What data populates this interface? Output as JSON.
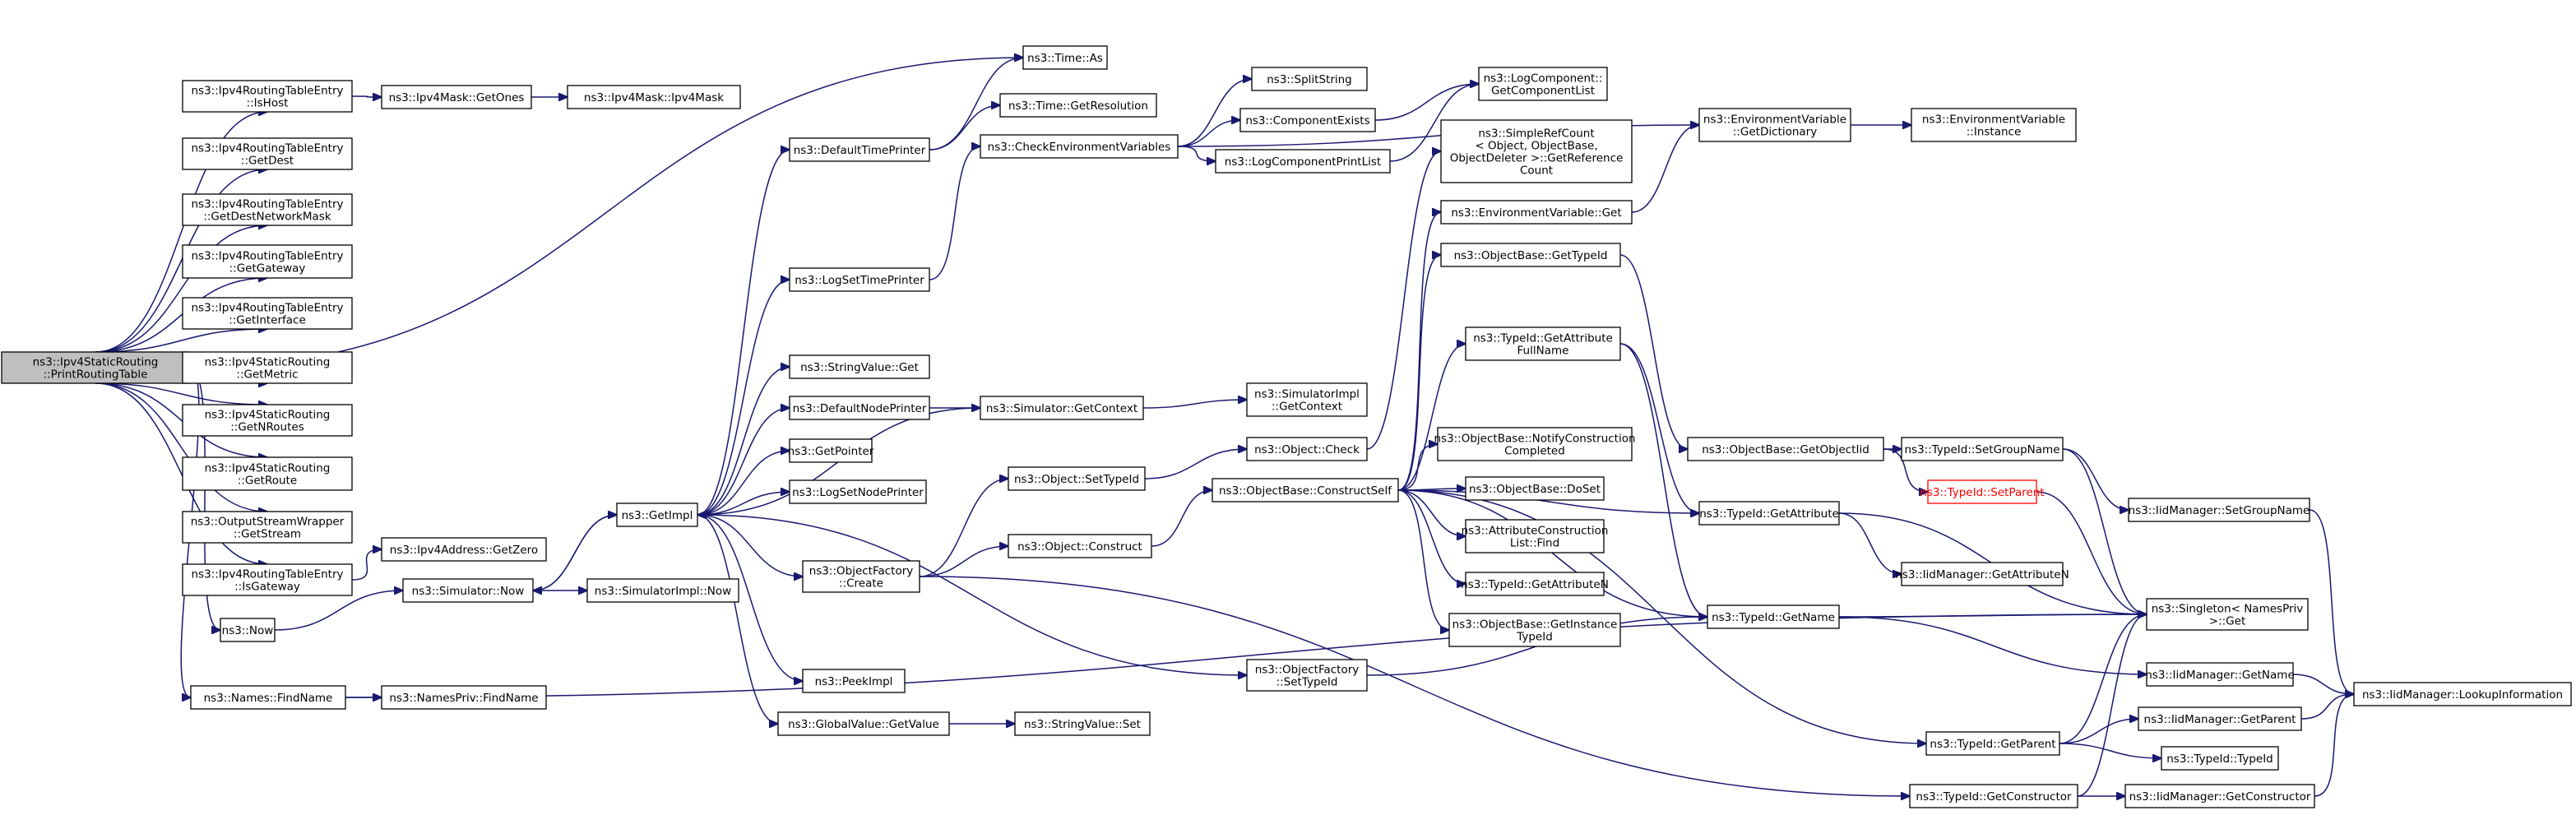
{
  "graph": {
    "title": "",
    "colors": {
      "edge": "#191970",
      "root_fill": "#bfbfbf",
      "box_border": "#000000",
      "highlight_border": "#ff0000"
    },
    "nodes": [
      {
        "id": "root",
        "lines": [
          "ns3::Ipv4StaticRouting",
          "::PrintRoutingTable"
        ],
        "root": true
      },
      {
        "id": "isHost",
        "lines": [
          "ns3::Ipv4RoutingTableEntry",
          "::IsHost"
        ]
      },
      {
        "id": "getDest",
        "lines": [
          "ns3::Ipv4RoutingTableEntry",
          "::GetDest"
        ]
      },
      {
        "id": "getDestNetMask",
        "lines": [
          "ns3::Ipv4RoutingTableEntry",
          "::GetDestNetworkMask"
        ]
      },
      {
        "id": "getGateway",
        "lines": [
          "ns3::Ipv4RoutingTableEntry",
          "::GetGateway"
        ]
      },
      {
        "id": "getInterface",
        "lines": [
          "ns3::Ipv4RoutingTableEntry",
          "::GetInterface"
        ]
      },
      {
        "id": "getMetric",
        "lines": [
          "ns3::Ipv4StaticRouting",
          "::GetMetric"
        ]
      },
      {
        "id": "getNRoutes",
        "lines": [
          "ns3::Ipv4StaticRouting",
          "::GetNRoutes"
        ]
      },
      {
        "id": "getRoute",
        "lines": [
          "ns3::Ipv4StaticRouting",
          "::GetRoute"
        ]
      },
      {
        "id": "getStream",
        "lines": [
          "ns3::OutputStreamWrapper",
          "::GetStream"
        ]
      },
      {
        "id": "isGateway",
        "lines": [
          "ns3::Ipv4RoutingTableEntry",
          "::IsGateway"
        ]
      },
      {
        "id": "now",
        "lines": [
          "ns3::Now"
        ]
      },
      {
        "id": "namesFind",
        "lines": [
          "ns3::Names::FindName"
        ]
      },
      {
        "id": "maskGetOnes",
        "lines": [
          "ns3::Ipv4Mask::GetOnes"
        ]
      },
      {
        "id": "maskCtor",
        "lines": [
          "ns3::Ipv4Mask::Ipv4Mask"
        ]
      },
      {
        "id": "addrGetZero",
        "lines": [
          "ns3::Ipv4Address::GetZero"
        ]
      },
      {
        "id": "simNow",
        "lines": [
          "ns3::Simulator::Now"
        ]
      },
      {
        "id": "simImplNow",
        "lines": [
          "ns3::SimulatorImpl::Now"
        ]
      },
      {
        "id": "namesPrivFind",
        "lines": [
          "ns3::NamesPriv::FindName"
        ]
      },
      {
        "id": "getImpl",
        "lines": [
          "ns3::GetImpl"
        ]
      },
      {
        "id": "timeAs",
        "lines": [
          "ns3::Time::As"
        ]
      },
      {
        "id": "timeRes",
        "lines": [
          "ns3::Time::GetResolution"
        ]
      },
      {
        "id": "defTimePrinter",
        "lines": [
          "ns3::DefaultTimePrinter"
        ]
      },
      {
        "id": "checkEnv",
        "lines": [
          "ns3::CheckEnvironmentVariables"
        ]
      },
      {
        "id": "logSetTime",
        "lines": [
          "ns3::LogSetTimePrinter"
        ]
      },
      {
        "id": "strValGet",
        "lines": [
          "ns3::StringValue::Get"
        ]
      },
      {
        "id": "defNodePrinter",
        "lines": [
          "ns3::DefaultNodePrinter"
        ]
      },
      {
        "id": "getPointer",
        "lines": [
          "ns3::GetPointer"
        ]
      },
      {
        "id": "logSetNode",
        "lines": [
          "ns3::LogSetNodePrinter"
        ]
      },
      {
        "id": "objFactCreate",
        "lines": [
          "ns3::ObjectFactory",
          "::Create"
        ]
      },
      {
        "id": "peekImpl",
        "lines": [
          "ns3::PeekImpl"
        ]
      },
      {
        "id": "gvGetValue",
        "lines": [
          "ns3::GlobalValue::GetValue"
        ]
      },
      {
        "id": "splitString",
        "lines": [
          "ns3::SplitString"
        ]
      },
      {
        "id": "compExists",
        "lines": [
          "ns3::ComponentExists"
        ]
      },
      {
        "id": "logCompPrint",
        "lines": [
          "ns3::LogComponentPrintList"
        ]
      },
      {
        "id": "simGetContext",
        "lines": [
          "ns3::Simulator::GetContext"
        ]
      },
      {
        "id": "objSetTypeId",
        "lines": [
          "ns3::Object::SetTypeId"
        ]
      },
      {
        "id": "objConstruct",
        "lines": [
          "ns3::Object::Construct"
        ]
      },
      {
        "id": "objFactSetTid",
        "lines": [
          "ns3::ObjectFactory",
          "::SetTypeId"
        ]
      },
      {
        "id": "strValSet",
        "lines": [
          "ns3::StringValue::Set"
        ]
      },
      {
        "id": "logCompList",
        "lines": [
          "ns3::LogComponent::",
          "GetComponentList"
        ]
      },
      {
        "id": "simImplCtx",
        "lines": [
          "ns3::SimulatorImpl",
          "::GetContext"
        ]
      },
      {
        "id": "objCheck",
        "lines": [
          "ns3::Object::Check"
        ]
      },
      {
        "id": "obConstructSelf",
        "lines": [
          "ns3::ObjectBase::ConstructSelf"
        ]
      },
      {
        "id": "simpleRef",
        "lines": [
          "ns3::SimpleRefCount",
          "< Object, ObjectBase,",
          "ObjectDeleter >::GetReference",
          "Count"
        ]
      },
      {
        "id": "envVarGet",
        "lines": [
          "ns3::EnvironmentVariable::Get"
        ]
      },
      {
        "id": "obGetTid",
        "lines": [
          "ns3::ObjectBase::GetTypeId"
        ]
      },
      {
        "id": "tidGetAttrFull",
        "lines": [
          "ns3::TypeId::GetAttribute",
          "FullName"
        ]
      },
      {
        "id": "obNotify",
        "lines": [
          "ns3::ObjectBase::NotifyConstruction",
          "Completed"
        ]
      },
      {
        "id": "obDoSet",
        "lines": [
          "ns3::ObjectBase::DoSet"
        ]
      },
      {
        "id": "attrFind",
        "lines": [
          "ns3::AttributeConstruction",
          "List::Find"
        ]
      },
      {
        "id": "tidGetAttrN",
        "lines": [
          "ns3::TypeId::GetAttributeN"
        ]
      },
      {
        "id": "obGetInstTid",
        "lines": [
          "ns3::ObjectBase::GetInstance",
          "TypeId"
        ]
      },
      {
        "id": "envGetDict",
        "lines": [
          "ns3::EnvironmentVariable",
          "::GetDictionary"
        ]
      },
      {
        "id": "envInstance",
        "lines": [
          "ns3::EnvironmentVariable",
          "::Instance"
        ]
      },
      {
        "id": "obGetObjectIid",
        "lines": [
          "ns3::ObjectBase::GetObjectIid"
        ]
      },
      {
        "id": "tidGetAttr",
        "lines": [
          "ns3::TypeId::GetAttribute"
        ]
      },
      {
        "id": "tidGetName",
        "lines": [
          "ns3::TypeId::GetName"
        ]
      },
      {
        "id": "tidGetParent",
        "lines": [
          "ns3::TypeId::GetParent"
        ]
      },
      {
        "id": "tidGetCtor",
        "lines": [
          "ns3::TypeId::GetConstructor"
        ]
      },
      {
        "id": "tidSetGroup",
        "lines": [
          "ns3::TypeId::SetGroupName"
        ]
      },
      {
        "id": "tidSetParent",
        "lines": [
          "ns3::TypeId::SetParent"
        ],
        "highlight": true
      },
      {
        "id": "iidGetAttrN",
        "lines": [
          "ns3::IidManager::GetAttributeN"
        ]
      },
      {
        "id": "singletonGet",
        "lines": [
          "ns3::Singleton< NamesPriv",
          ">::Get"
        ]
      },
      {
        "id": "iidGetName",
        "lines": [
          "ns3::IidManager::GetName"
        ]
      },
      {
        "id": "iidGetParent",
        "lines": [
          "ns3::IidManager::GetParent"
        ]
      },
      {
        "id": "tidTypeId",
        "lines": [
          "ns3::TypeId::TypeId"
        ]
      },
      {
        "id": "iidGetCtor",
        "lines": [
          "ns3::IidManager::GetConstructor"
        ]
      },
      {
        "id": "iidSetGroup",
        "lines": [
          "ns3::IidManager::SetGroupName"
        ]
      },
      {
        "id": "iidLookup",
        "lines": [
          "ns3::IidManager::LookupInformation"
        ]
      }
    ],
    "edges": [
      [
        "root",
        "timeAs"
      ],
      [
        "root",
        "isHost"
      ],
      [
        "root",
        "getDest"
      ],
      [
        "root",
        "getDestNetMask"
      ],
      [
        "root",
        "getGateway"
      ],
      [
        "root",
        "getInterface"
      ],
      [
        "root",
        "getMetric"
      ],
      [
        "root",
        "getNRoutes"
      ],
      [
        "root",
        "getRoute"
      ],
      [
        "root",
        "getStream"
      ],
      [
        "root",
        "isGateway"
      ],
      [
        "root",
        "now"
      ],
      [
        "root",
        "namesFind"
      ],
      [
        "isHost",
        "maskGetOnes"
      ],
      [
        "maskGetOnes",
        "maskCtor"
      ],
      [
        "isGateway",
        "addrGetZero"
      ],
      [
        "now",
        "simNow"
      ],
      [
        "namesFind",
        "namesPrivFind"
      ],
      [
        "namesFind",
        "singletonGet"
      ],
      [
        "simNow",
        "getImpl"
      ],
      [
        "simNow",
        "simImplNow"
      ],
      [
        "getImpl",
        "simNow"
      ],
      [
        "getImpl",
        "defTimePrinter"
      ],
      [
        "getImpl",
        "logSetTime"
      ],
      [
        "getImpl",
        "strValGet"
      ],
      [
        "getImpl",
        "defNodePrinter"
      ],
      [
        "getImpl",
        "getPointer"
      ],
      [
        "getImpl",
        "logSetNode"
      ],
      [
        "getImpl",
        "objFactCreate"
      ],
      [
        "getImpl",
        "peekImpl"
      ],
      [
        "getImpl",
        "gvGetValue"
      ],
      [
        "getImpl",
        "objFactSetTid"
      ],
      [
        "defTimePrinter",
        "timeAs"
      ],
      [
        "defTimePrinter",
        "timeRes"
      ],
      [
        "logSetTime",
        "checkEnv"
      ],
      [
        "checkEnv",
        "splitString"
      ],
      [
        "checkEnv",
        "compExists"
      ],
      [
        "checkEnv",
        "logCompPrint"
      ],
      [
        "checkEnv",
        "envGetDict"
      ],
      [
        "compExists",
        "logCompList"
      ],
      [
        "logCompPrint",
        "logCompList"
      ],
      [
        "defNodePrinter",
        "simGetContext"
      ],
      [
        "simGetContext",
        "simImplCtx"
      ],
      [
        "simGetContext",
        "getImpl"
      ],
      [
        "objFactCreate",
        "objSetTypeId"
      ],
      [
        "objFactCreate",
        "objConstruct"
      ],
      [
        "objFactCreate",
        "tidGetCtor"
      ],
      [
        "objSetTypeId",
        "objCheck"
      ],
      [
        "objCheck",
        "simpleRef"
      ],
      [
        "objConstruct",
        "obConstructSelf"
      ],
      [
        "gvGetValue",
        "strValSet"
      ],
      [
        "objFactSetTid",
        "tidGetName"
      ],
      [
        "obConstructSelf",
        "envVarGet"
      ],
      [
        "obConstructSelf",
        "obGetTid"
      ],
      [
        "obConstructSelf",
        "tidGetAttrFull"
      ],
      [
        "obConstructSelf",
        "obNotify"
      ],
      [
        "obConstructSelf",
        "obDoSet"
      ],
      [
        "obConstructSelf",
        "attrFind"
      ],
      [
        "obConstructSelf",
        "tidGetAttrN"
      ],
      [
        "obConstructSelf",
        "obGetInstTid"
      ],
      [
        "obConstructSelf",
        "tidGetAttr"
      ],
      [
        "obConstructSelf",
        "tidGetName"
      ],
      [
        "obConstructSelf",
        "tidGetParent"
      ],
      [
        "envVarGet",
        "envGetDict"
      ],
      [
        "envGetDict",
        "envInstance"
      ],
      [
        "obGetTid",
        "obGetObjectIid"
      ],
      [
        "tidGetAttrFull",
        "tidGetAttr"
      ],
      [
        "tidGetAttrFull",
        "tidGetName"
      ],
      [
        "obGetObjectIid",
        "tidSetGroup"
      ],
      [
        "obGetObjectIid",
        "tidSetParent"
      ],
      [
        "tidGetAttr",
        "iidGetAttrN"
      ],
      [
        "tidGetAttr",
        "singletonGet"
      ],
      [
        "tidGetName",
        "singletonGet"
      ],
      [
        "tidGetName",
        "iidGetName"
      ],
      [
        "tidGetParent",
        "singletonGet"
      ],
      [
        "tidGetParent",
        "iidGetParent"
      ],
      [
        "tidGetParent",
        "tidTypeId"
      ],
      [
        "tidGetCtor",
        "singletonGet"
      ],
      [
        "tidGetCtor",
        "iidGetCtor"
      ],
      [
        "tidSetGroup",
        "singletonGet"
      ],
      [
        "tidSetGroup",
        "iidSetGroup"
      ],
      [
        "tidSetParent",
        "singletonGet"
      ],
      [
        "iidGetName",
        "iidLookup"
      ],
      [
        "iidGetParent",
        "iidLookup"
      ],
      [
        "iidGetCtor",
        "iidLookup"
      ],
      [
        "iidSetGroup",
        "iidLookup"
      ]
    ]
  }
}
